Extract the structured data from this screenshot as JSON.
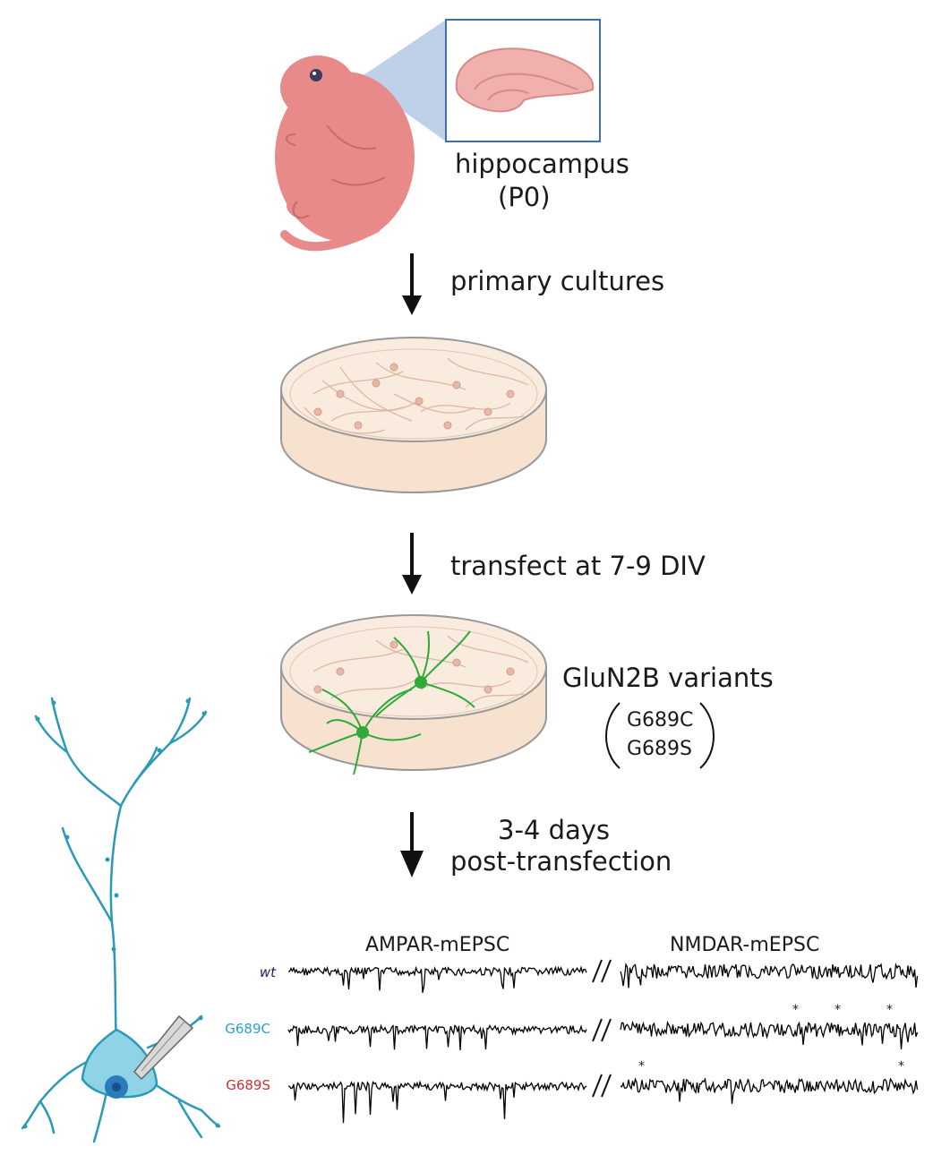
{
  "labels": {
    "hippocampus": "hippocampus",
    "age": "(P0)",
    "step1": "primary cultures",
    "step2": "transfect at 7-9 DIV",
    "variants_title": "GluN2B variants",
    "variant_a": "G689C",
    "variant_b": "G689S",
    "step3_line1": "3-4 days",
    "step3_line2": "post-transfection"
  },
  "traces": {
    "ampar_title": "AMPAR-mEPSC",
    "nmdar_title": "NMDAR-mEPSC",
    "rows": [
      {
        "label": "wt",
        "italic": true,
        "color": "#1c1c5e"
      },
      {
        "label": "G689C",
        "italic": false,
        "color": "#2aa3c8"
      },
      {
        "label": "G689S",
        "italic": false,
        "color": "#d22f2f"
      }
    ],
    "star": "*",
    "break_mark": "//"
  },
  "colors": {
    "pup": "#e8898a",
    "pup_dark": "#c96a6c",
    "dish_medium": "#f6e2cf",
    "culture_neuron": "#dfb7a5",
    "transfected_neuron": "#2eaa3a",
    "neuron_cell": "#8fd3e6",
    "neuron_outline": "#2a9ab8",
    "zoom_box": "#3d6fb5",
    "zoom_fill": "#a9c2e2"
  }
}
